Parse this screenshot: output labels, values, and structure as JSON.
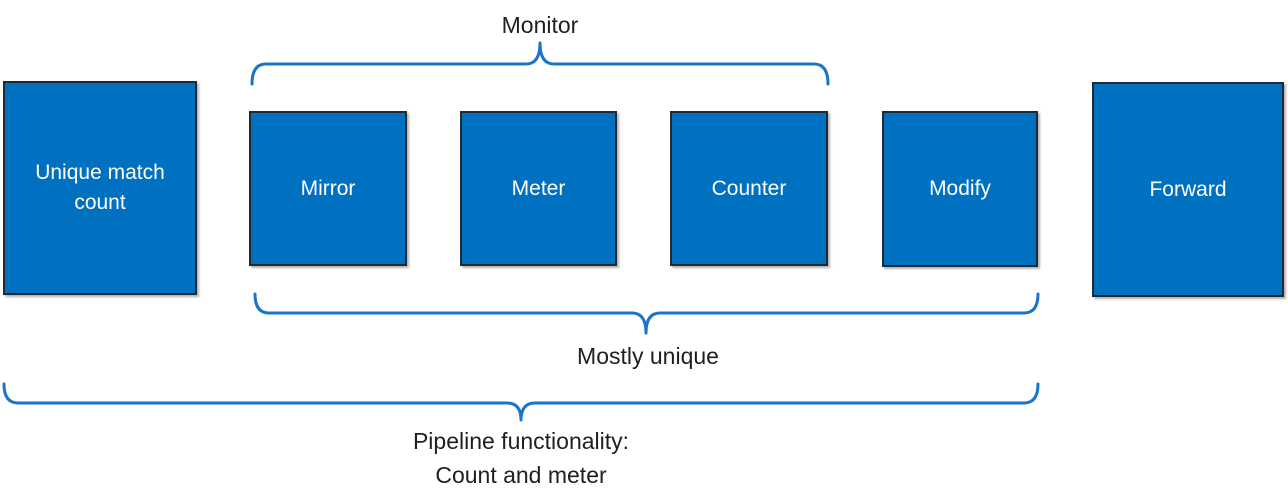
{
  "diagram": {
    "boxes": [
      {
        "id": "unique-match-count",
        "label": "Unique match count"
      },
      {
        "id": "mirror",
        "label": "Mirror"
      },
      {
        "id": "meter",
        "label": "Meter"
      },
      {
        "id": "counter",
        "label": "Counter"
      },
      {
        "id": "modify",
        "label": "Modify"
      },
      {
        "id": "forward",
        "label": "Forward"
      }
    ],
    "braces": {
      "monitor": {
        "label": "Monitor",
        "direction": "up"
      },
      "mostly_unique": {
        "label": "Mostly unique",
        "direction": "down"
      },
      "pipeline": {
        "label_line1": "Pipeline functionality:",
        "label_line2": "Count and meter",
        "direction": "down"
      }
    },
    "colors": {
      "box_fill": "#0070C0",
      "box_border": "#222a30",
      "box_text": "#ffffff",
      "brace_stroke": "#1B74C9",
      "label_text": "#1f1f1f",
      "background": "#ffffff"
    }
  }
}
